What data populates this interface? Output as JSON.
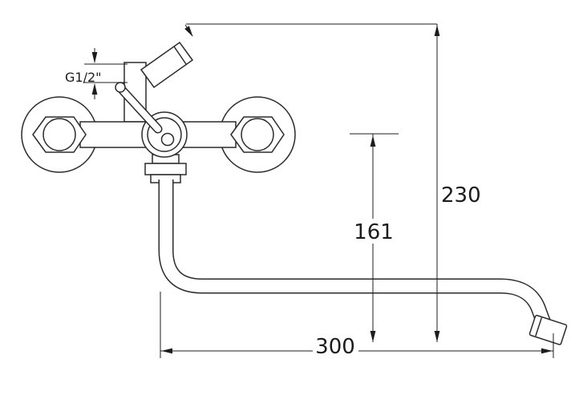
{
  "drawing": {
    "background": "#ffffff",
    "line_color": "#2b2b2b",
    "dim_color": "#1c1c1c",
    "labels": {
      "thread": "G1/2\"",
      "height": "230",
      "spout_drop": "161",
      "spout_reach": "300"
    }
  }
}
